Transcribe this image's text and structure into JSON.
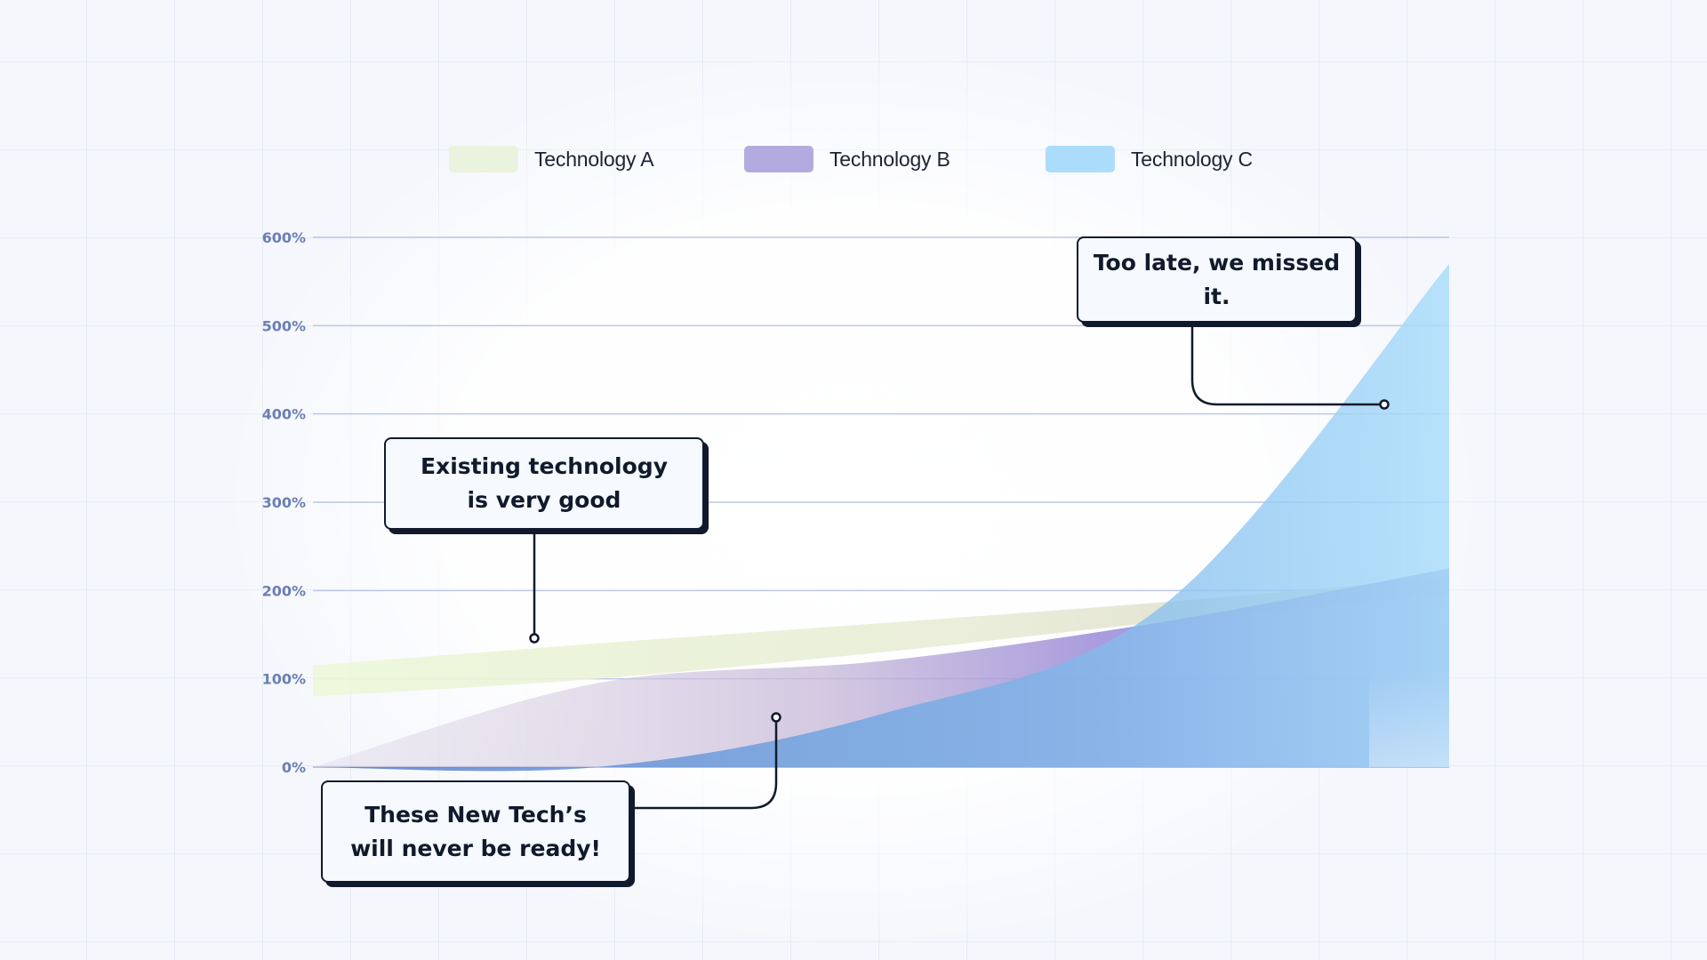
{
  "legend": {
    "items": [
      {
        "label": "Technology A",
        "color": "#e9f3dd"
      },
      {
        "label": "Technology B",
        "color": "#b3abe0"
      },
      {
        "label": "Technology C",
        "color": "#acdcfb"
      }
    ]
  },
  "callouts": {
    "existing": {
      "line1": "Existing technology",
      "line2": "is very good"
    },
    "new_tech": {
      "line1": "These New Tech’s",
      "line2": "will never be ready!"
    },
    "too_late": {
      "line1": "Too late, we missed it."
    }
  },
  "chart_data": {
    "type": "area",
    "x": [
      0,
      0.25,
      0.5,
      0.75,
      1
    ],
    "ylabel": "",
    "xlabel": "",
    "ylim": [
      0,
      600
    ],
    "yticks": [
      0,
      100,
      200,
      300,
      400,
      500,
      600
    ],
    "ytick_labels": [
      "0%",
      "100%",
      "200%",
      "300%",
      "400%",
      "500%",
      "600%"
    ],
    "grid": true,
    "legend_position": "top-center",
    "series": [
      {
        "name": "Technology A",
        "color": "#e9f3dd",
        "lower": [
          80,
          100,
          130,
          165,
          195
        ],
        "upper": [
          115,
          140,
          163,
          187,
          215
        ]
      },
      {
        "name": "Technology B",
        "color": "#b3abe0",
        "lower": [
          0,
          0,
          0,
          0,
          0
        ],
        "upper": [
          0,
          95,
          120,
          165,
          225
        ]
      },
      {
        "name": "Technology C",
        "color": "#acdcfb",
        "lower": [
          0,
          0,
          0,
          0,
          0
        ],
        "upper": [
          0,
          0,
          60,
          185,
          570
        ]
      }
    ]
  }
}
